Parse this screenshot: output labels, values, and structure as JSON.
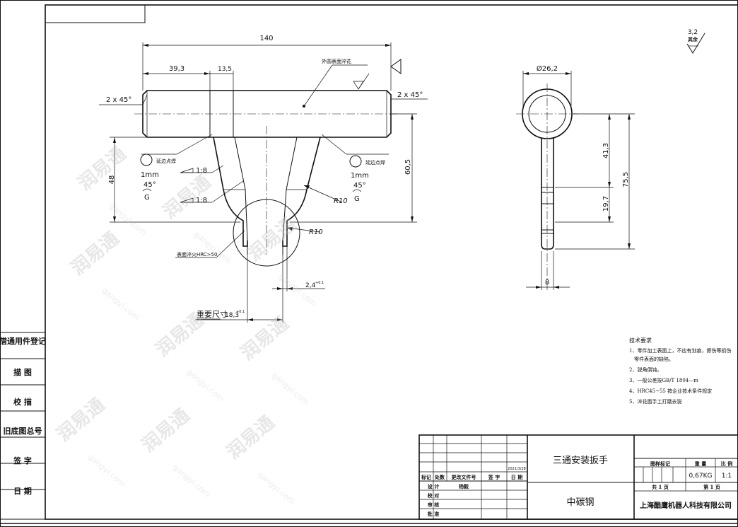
{
  "drawing": {
    "overall_length": "140",
    "left_segment": "39,3",
    "neck_width": "13,5",
    "chamfer_left": "2 x 45°",
    "chamfer_right": "2 x 45°",
    "surface_note": "外圆表面淬花",
    "height_48": "48",
    "height_60_5": "60,5",
    "weld_note_left": "延边点焊",
    "weld_note_right": "延边点焊",
    "weld_size_left": "1mm",
    "weld_angle_left": "45°",
    "weld_g_left": "G",
    "weld_size_right": "1mm",
    "weld_angle_right": "45°",
    "weld_g_right": "G",
    "taper_1": "1:8",
    "taper_2": "1:8",
    "radius_1": "R10",
    "radius_2": "R10",
    "hardness_note": "表面淬火HRC>50",
    "slot_width": "2,4",
    "slot_tol": "+0.1",
    "key_dim_label": "重要尺寸",
    "key_dim_value": "18,3",
    "key_dim_tol": "+0.1",
    "side_diameter": "Ø26,2",
    "side_41_3": "41,3",
    "side_19_7": "19,7",
    "side_75_5": "75,5",
    "side_thickness": "8",
    "roughness_value": "3,2",
    "roughness_label": "其余"
  },
  "tech_requirements": {
    "title": "技术要求",
    "items": [
      "1、零件加工表面上，不应有划痕，擦伤等损伤",
      "零件表面的缺陷。",
      "2、锐角倒钝。",
      "3、一般公差按GB/T 1804—m",
      "4、HRC45~55 按企业技术条件规定",
      "5、淬花面手工打磨去锐"
    ]
  },
  "left_column": {
    "items": [
      "借通用件登记",
      "描 图",
      "校 描",
      "旧底图总号",
      "签 字",
      "日 期"
    ]
  },
  "title_block": {
    "part_name": "三通安装扳手",
    "material": "中碳钢",
    "company": "上海酷鹰机器人科技有限公司",
    "date": "2021/3/28",
    "designer": "杨毅",
    "stage_label": "图样标记",
    "weight_label": "重 量",
    "scale_label": "比 例",
    "weight": "0,67KG",
    "scale": "1:1",
    "total_sheets_label": "共 1 页",
    "sheet_no_label": "第 1 页",
    "rev_headers": [
      "标记",
      "处数",
      "更改文件号",
      "签 字",
      "日 期"
    ],
    "roles": [
      "设 计",
      "校 对",
      "审 核",
      "批 准"
    ]
  },
  "watermark": {
    "brand": "润易通",
    "domain": "gangyi.com"
  }
}
